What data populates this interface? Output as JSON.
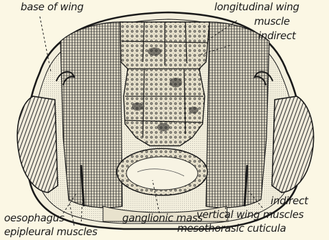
{
  "labels": {
    "base_of_wing": "base of wing",
    "longitudinal_wing": "longitudinal wing",
    "muscle": "muscle",
    "indirect_top": "indirect",
    "indirect_bottom": "indirect",
    "oesophagus": "oesophagus",
    "epipleural_muscles": "epipleural muscles",
    "ganglionic_mass": "ganglionic mass",
    "vertical_wing_muscles": "vertical wing muscles",
    "mesothorasic_cuticula": "mesothorasic cuticula"
  },
  "colors": {
    "paper": "#fbf7e4",
    "ink": "#1a1a1a",
    "tissue_light": "#efeada",
    "cuticle_band": "#d9d3bf"
  }
}
